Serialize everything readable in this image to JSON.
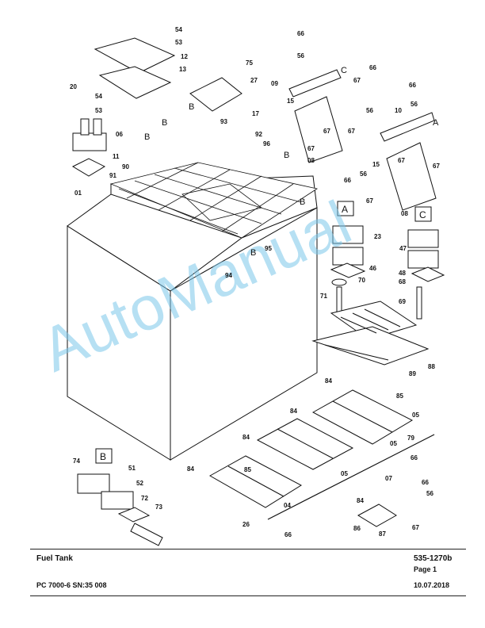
{
  "footer": {
    "title": "Fuel Tank",
    "part_no": "535-1270b",
    "page": "Page 1",
    "model": "PC 7000-6 SN:35 008",
    "date": "10.07.2018"
  },
  "watermark": "AutoManual",
  "view_labels": {
    "a": "A",
    "b": "B",
    "c": "C"
  },
  "callouts": {
    "c01": "01",
    "c04": "04",
    "c05a": "05",
    "c05b": "05",
    "c05c": "05",
    "c06": "06",
    "c07": "07",
    "c08a": "08",
    "c08b": "08",
    "c09": "09",
    "c10": "10",
    "c11": "11",
    "c12": "12",
    "c13": "13",
    "c15a": "15",
    "c15b": "15",
    "c17": "17",
    "c20": "20",
    "c23": "23",
    "c26": "26",
    "c27": "27",
    "c46": "46",
    "c47": "47",
    "c48": "48",
    "c51": "51",
    "c52": "52",
    "c53a": "53",
    "c53b": "53",
    "c54a": "54",
    "c54b": "54",
    "c56a": "56",
    "c56b": "56",
    "c56c": "56",
    "c56d": "56",
    "c56e": "56",
    "c66a": "66",
    "c66b": "66",
    "c66c": "66",
    "c66d": "66",
    "c66e": "66",
    "c66f": "66",
    "c66g": "66",
    "c67a": "67",
    "c67b": "67",
    "c67c": "67",
    "c67d": "67",
    "c67e": "67",
    "c67f": "67",
    "c67g": "67",
    "c68": "68",
    "c69": "69",
    "c70": "70",
    "c71": "71",
    "c72": "72",
    "c73": "73",
    "c74": "74",
    "c75": "75",
    "c79": "79",
    "c84a": "84",
    "c84b": "84",
    "c84c": "84",
    "c84d": "84",
    "c84e": "84",
    "c85a": "85",
    "c85b": "85",
    "c86": "86",
    "c87": "87",
    "c88": "88",
    "c89": "89",
    "c90": "90",
    "c91": "91",
    "c92": "92",
    "c93": "93",
    "c94": "94",
    "c95": "95",
    "c96": "96",
    "bArrow1": "B",
    "bArrow2": "B",
    "bArrow3": "B",
    "bArrow4": "B",
    "bArrow5": "B",
    "bArrow6": "B",
    "aArrow": "A",
    "cArrow": "C"
  },
  "colors": {
    "line": "#111111",
    "watermark": "#7cc7ea"
  }
}
